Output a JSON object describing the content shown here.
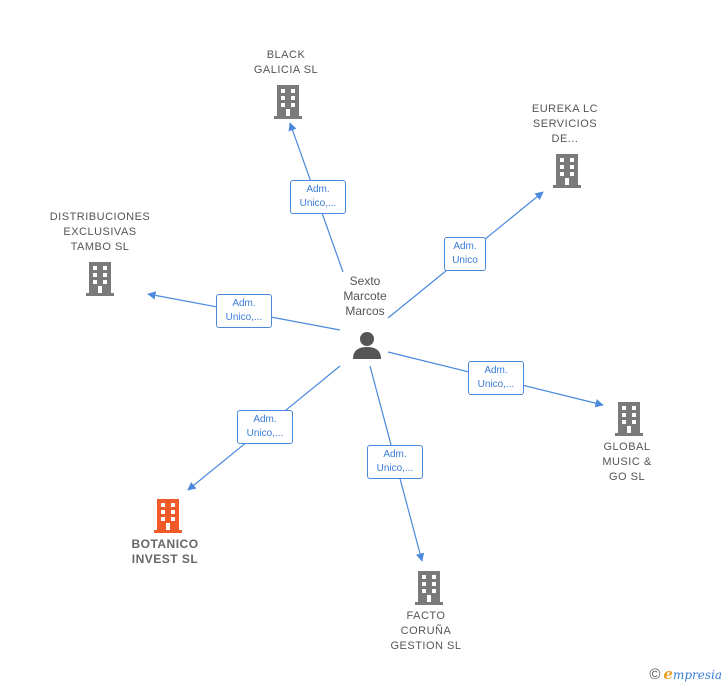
{
  "center": {
    "name": "Sexto\nMarcote\nMarcos"
  },
  "companies": [
    {
      "name": "BLACK\nGALICIA  SL",
      "highlight": false
    },
    {
      "name": "EUREKA LC\nSERVICIOS\nDE...",
      "highlight": false
    },
    {
      "name": "DISTRIBUCIONES\nEXCLUSIVAS\nTAMBO  SL",
      "highlight": false
    },
    {
      "name": "GLOBAL\nMUSIC &\nGO  SL",
      "highlight": false
    },
    {
      "name": "BOTANICO\nINVEST  SL",
      "highlight": true
    },
    {
      "name": "FACTO\nCORUÑA\nGESTION  SL",
      "highlight": false
    }
  ],
  "edges": [
    {
      "line1": "Adm.",
      "line2": "Unico,..."
    },
    {
      "line1": "Adm.",
      "line2": "Unico"
    },
    {
      "line1": "Adm.",
      "line2": "Unico,..."
    },
    {
      "line1": "Adm.",
      "line2": "Unico,..."
    },
    {
      "line1": "Adm.",
      "line2": "Unico,..."
    },
    {
      "line1": "Adm.",
      "line2": "Unico,..."
    }
  ],
  "colors": {
    "edge": "#4a89dc",
    "building": "#7a7a7a",
    "highlight": "#f05a28",
    "person": "#555555"
  },
  "icons": {
    "company": "building-icon",
    "person": "person-icon"
  },
  "footer": {
    "copyright": "©",
    "brand_initial": "e",
    "brand_rest": "mpresia"
  }
}
